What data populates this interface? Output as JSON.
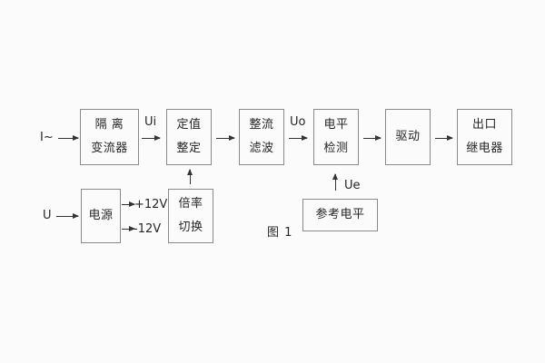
{
  "page": {
    "background_color": "#fbfbfb",
    "box_border_color": "#8a8a8a",
    "line_color": "#333333",
    "text_color": "#262626"
  },
  "caption": "图 1",
  "blocks": {
    "isolation_transformer": {
      "line1": "隔 离",
      "line2": "变流器"
    },
    "setting_adjust": {
      "line1": "定值",
      "line2": "整定"
    },
    "rectifier_filter": {
      "line1": "整流",
      "line2": "滤波"
    },
    "level_detector": {
      "line1": "电平",
      "line2": "检测"
    },
    "driver": {
      "label": "驱动"
    },
    "output_relay": {
      "line1": "出口",
      "line2": "继电器"
    },
    "power_supply": {
      "label": "电源"
    },
    "ratio_switch": {
      "line1": "倍率",
      "line2": "切换"
    },
    "reference_level": {
      "label": "参考电平"
    }
  },
  "signals": {
    "input_current": "I~",
    "input_voltage": "U",
    "ui": "Ui",
    "uo": "Uo",
    "ue": "Ue",
    "plus_12v": "+12V",
    "minus_12v": "-12V"
  }
}
